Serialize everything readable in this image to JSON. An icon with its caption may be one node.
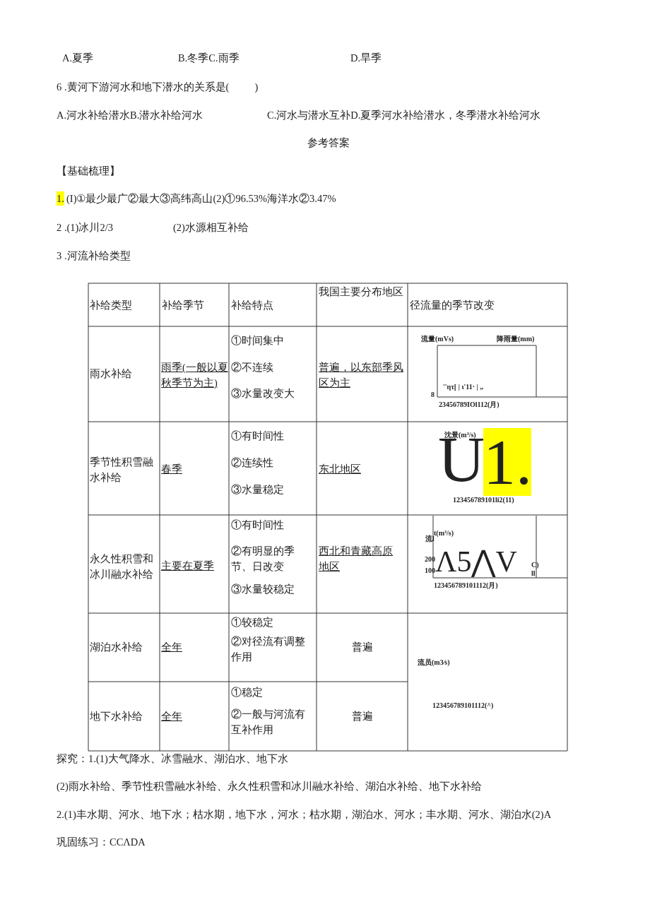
{
  "diagram": {
    "labels": [
      "A.夏季",
      "B.冬季C.雨季",
      "D.旱季",
      "6 .黄河下游河水和地下潜水的关系是(          )",
      "A.河水补给潜水B.潜水补给河水",
      "C.河水与潜水互补D.夏季河水补给潜水，冬季潜水补给河水",
      "参考答案",
      "【基础梳理】",
      "1.",
      "(I)①最少最广②最大③高纬高山(2)①96.53%海洋水②3.47%",
      "2 .(1)冰川2/3",
      "(2)水源相互补给",
      "3 .河流补给类型",
      "补给类型",
      "补给季节",
      "补给特点",
      "我国主要分布地区",
      "径流量的季节改变",
      "雨水补给",
      "雨季(一般以夏秋季节为主)",
      "①时间集中",
      "②不连续",
      "③水量改变大",
      "普遍，以东部季风区为主",
      "流量(mVs)",
      "降雨量(mm)",
      "8",
      "''ητ[ | ι'11· | „",
      "23456789IOl112(月)",
      "季节性积雪融水补给",
      "春季",
      "①有时间性",
      "②连续性",
      "③水量稳定",
      "东北地区",
      "沈景(m³/s)",
      "U",
      "1.",
      "123456789101li2(11)",
      "永久性积雪和冰川融水补给",
      "主要在夏季",
      "①有时间性",
      "②有明显的季节、日改变",
      "③水量较稳定",
      "西北和青藏高原地区",
      "流l",
      "t(m³/s)",
      "200",
      "100",
      "Λ5⋀V",
      "C)",
      "ll",
      "123456789101112(月)",
      "湖泊水补给",
      "全年",
      "①较稳定",
      "②对径流有调整作用",
      "普遍",
      "流员(m3⁄s)",
      "地下水补给",
      "全年",
      "①稳定",
      "②一般与河流有互补作用",
      "普遍",
      "123456789101112(^)",
      "探究：1.(1)大气降水、冰雪融水、湖泊水、地下水",
      "(2)雨水补给、季节性积雪融水补给、永久性积雪和冰川融水补给、湖泊水补给、地下水补给",
      "2.(1)丰水期、河水、地下水；枯水期，地下水，河水；枯水期，湖泊水、河水；丰水期、河水、湖泊水(2)A",
      "巩固练习：CCΛDA"
    ]
  }
}
